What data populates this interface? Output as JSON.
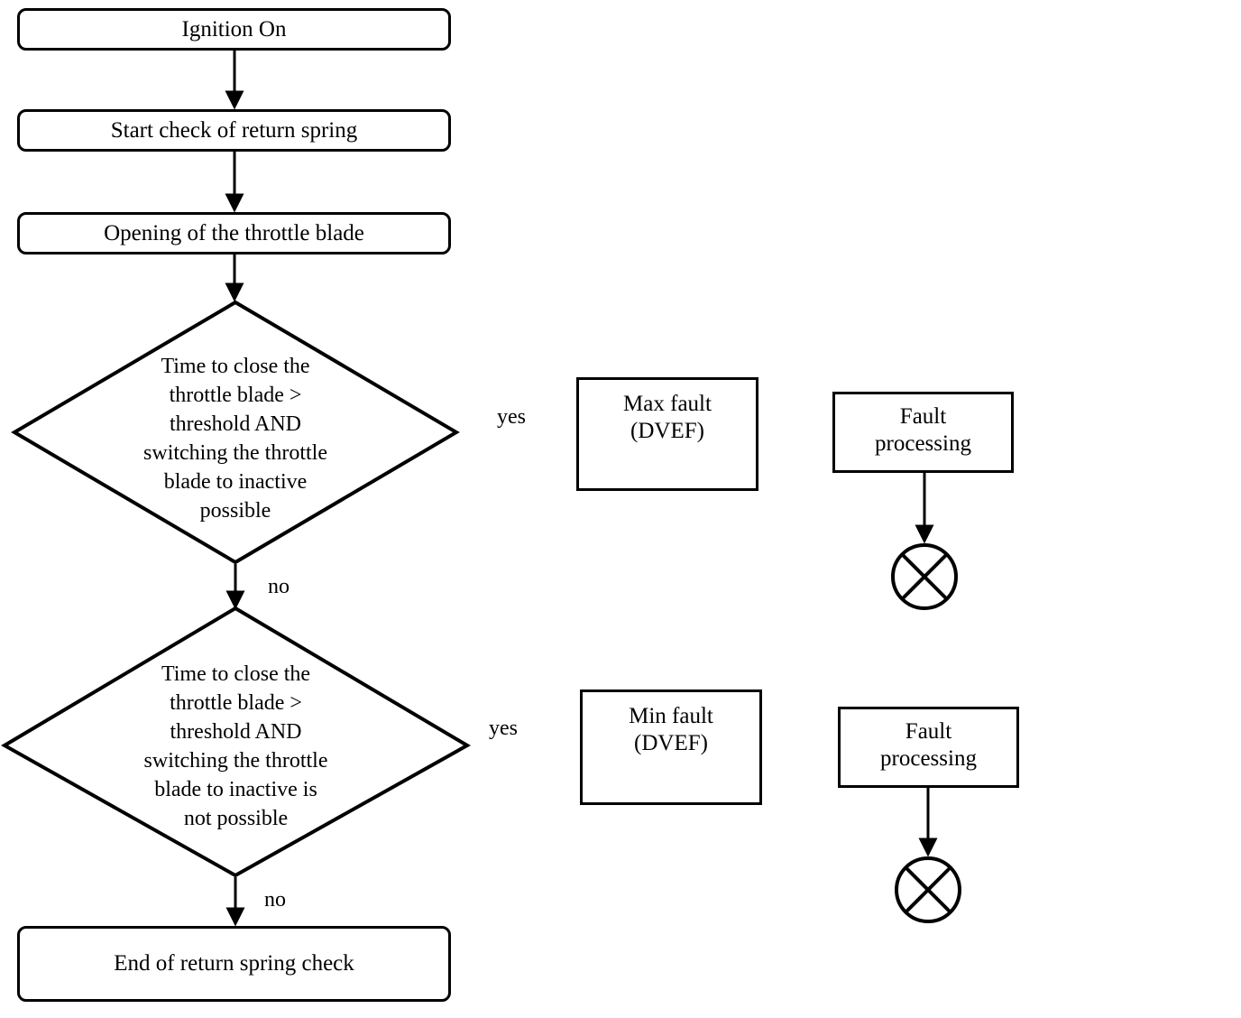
{
  "diagram": {
    "title": "Return spring check flowchart",
    "line_color": "#000000",
    "fill_color": "#ffffff",
    "background": "#ffffff"
  },
  "nodes": {
    "ignition_on": {
      "label": "Ignition On",
      "shape": "rounded-rectangle"
    },
    "start_check": {
      "label": "Start check of return spring",
      "shape": "rounded-rectangle"
    },
    "opening_blade": {
      "label": "Opening of the throttle blade",
      "shape": "rounded-rectangle"
    },
    "decision_max": {
      "label": "Time to close the\nthrottle blade >\nthreshold AND\nswitching the throttle\nblade to inactive\npossible",
      "shape": "diamond"
    },
    "decision_min": {
      "label": "Time to close the\nthrottle blade >\nthreshold AND\nswitching the throttle\nblade to inactive is\nnot possible",
      "shape": "diamond"
    },
    "max_fault": {
      "label": "Max fault\n(DVEF)",
      "shape": "rectangle"
    },
    "min_fault": {
      "label": "Min fault\n(DVEF)",
      "shape": "rectangle"
    },
    "fault_processing_max": {
      "label": "Fault\nprocessing",
      "shape": "rectangle"
    },
    "fault_processing_min": {
      "label": "Fault\nprocessing",
      "shape": "rectangle"
    },
    "end_check": {
      "label": "End of return spring check",
      "shape": "rounded-rectangle"
    },
    "terminator_max": {
      "label": "",
      "shape": "circle-x"
    },
    "terminator_min": {
      "label": "",
      "shape": "circle-x"
    }
  },
  "edge_labels": {
    "max_yes": "yes",
    "max_no": "no",
    "min_yes": "yes",
    "min_no": "no"
  }
}
